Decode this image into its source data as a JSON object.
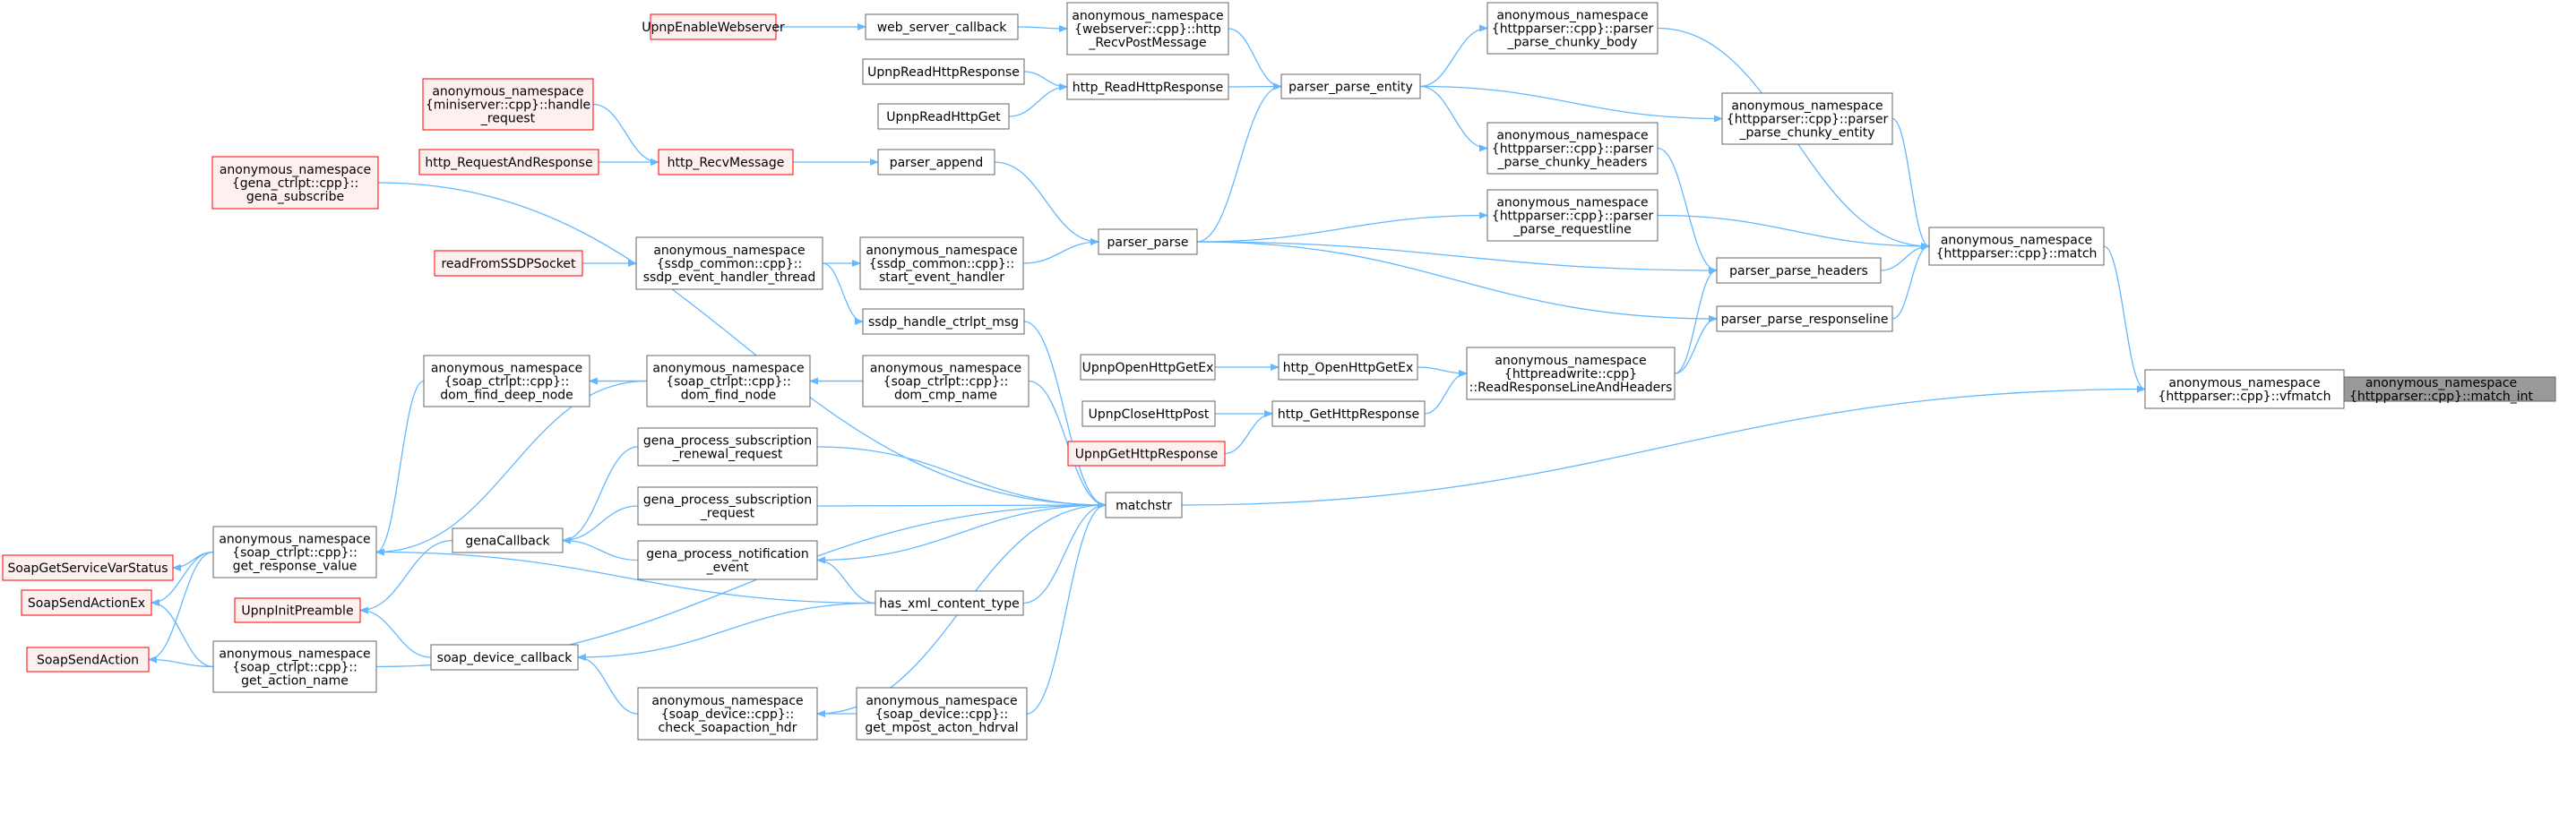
{
  "colors": {
    "edge": "#63b8ff",
    "node_border": "#666666",
    "node_fill": "#ffffff",
    "root_fill": "#999999",
    "root_border": "#666666",
    "truncated_border": "#ff0000",
    "truncated_fill": "#fff0f0",
    "text": "#000000"
  },
  "nodes": [
    {
      "id": "match_int",
      "lines": [
        "anonymous_namespace",
        "{httpparser::cpp}::match_int"
      ],
      "style": "root"
    },
    {
      "id": "vfmatch",
      "lines": [
        "anonymous_namespace",
        "{httpparser::cpp}::vfmatch"
      ],
      "style": "normal"
    },
    {
      "id": "match",
      "lines": [
        "anonymous_namespace",
        "{httpparser::cpp}::match"
      ],
      "style": "normal"
    },
    {
      "id": "matchstr",
      "lines": [
        "matchstr"
      ],
      "style": "normal"
    },
    {
      "id": "ppchunkybody",
      "lines": [
        "anonymous_namespace",
        "{httpparser::cpp}::parser",
        "_parse_chunky_body"
      ],
      "style": "normal"
    },
    {
      "id": "ppchunkyentity",
      "lines": [
        "anonymous_namespace",
        "{httpparser::cpp}::parser",
        "_parse_chunky_entity"
      ],
      "style": "normal"
    },
    {
      "id": "ppchunkyheaders",
      "lines": [
        "anonymous_namespace",
        "{httpparser::cpp}::parser",
        "_parse_chunky_headers"
      ],
      "style": "normal"
    },
    {
      "id": "pprequestline",
      "lines": [
        "anonymous_namespace",
        "{httpparser::cpp}::parser",
        "_parse_requestline"
      ],
      "style": "normal"
    },
    {
      "id": "ppheaders",
      "lines": [
        "parser_parse_headers"
      ],
      "style": "normal"
    },
    {
      "id": "ppresponseline",
      "lines": [
        "parser_parse_responseline"
      ],
      "style": "normal"
    },
    {
      "id": "ppentity",
      "lines": [
        "parser_parse_entity"
      ],
      "style": "normal"
    },
    {
      "id": "pparse",
      "lines": [
        "parser_parse"
      ],
      "style": "normal"
    },
    {
      "id": "readresp",
      "lines": [
        "anonymous_namespace",
        "{httpreadwrite::cpp}",
        "::ReadResponseLineAndHeaders"
      ],
      "style": "normal"
    },
    {
      "id": "httpopenex",
      "lines": [
        "http_OpenHttpGetEx"
      ],
      "style": "normal"
    },
    {
      "id": "httpgetresp",
      "lines": [
        "http_GetHttpResponse"
      ],
      "style": "normal"
    },
    {
      "id": "upnpopenex",
      "lines": [
        "UpnpOpenHttpGetEx"
      ],
      "style": "normal"
    },
    {
      "id": "upnpclosepost",
      "lines": [
        "UpnpCloseHttpPost"
      ],
      "style": "normal"
    },
    {
      "id": "upnpgetresp",
      "lines": [
        "UpnpGetHttpResponse"
      ],
      "style": "truncated"
    },
    {
      "id": "wsrecvpost",
      "lines": [
        "anonymous_namespace",
        "{webserver::cpp}::http",
        "_RecvPostMessage"
      ],
      "style": "normal"
    },
    {
      "id": "httpreadresp",
      "lines": [
        "http_ReadHttpResponse"
      ],
      "style": "normal"
    },
    {
      "id": "wscallback",
      "lines": [
        "web_server_callback"
      ],
      "style": "normal"
    },
    {
      "id": "upnpenableweb",
      "lines": [
        "UpnpEnableWebserver"
      ],
      "style": "truncated"
    },
    {
      "id": "upnpreadresp",
      "lines": [
        "UpnpReadHttpResponse"
      ],
      "style": "normal"
    },
    {
      "id": "upnpreadget",
      "lines": [
        "UpnpReadHttpGet"
      ],
      "style": "normal"
    },
    {
      "id": "pappend",
      "lines": [
        "parser_append"
      ],
      "style": "normal"
    },
    {
      "id": "httprecvmsg",
      "lines": [
        "http_RecvMessage"
      ],
      "style": "truncated"
    },
    {
      "id": "httpreqresp",
      "lines": [
        "http_RequestAndResponse"
      ],
      "style": "truncated"
    },
    {
      "id": "mshandlereq",
      "lines": [
        "anonymous_namespace",
        "{miniserver::cpp}::handle",
        "_request"
      ],
      "style": "truncated"
    },
    {
      "id": "genasubscribe",
      "lines": [
        "anonymous_namespace",
        "{gena_ctrlpt::cpp}::",
        "gena_subscribe"
      ],
      "style": "truncated"
    },
    {
      "id": "startevent",
      "lines": [
        "anonymous_namespace",
        "{ssdp_common::cpp}::",
        "start_event_handler"
      ],
      "style": "normal"
    },
    {
      "id": "ssdpthread",
      "lines": [
        "anonymous_namespace",
        "{ssdp_common::cpp}::",
        "ssdp_event_handler_thread"
      ],
      "style": "normal"
    },
    {
      "id": "readssdp",
      "lines": [
        "readFromSSDPSocket"
      ],
      "style": "truncated"
    },
    {
      "id": "ssdpctrlpt",
      "lines": [
        "ssdp_handle_ctrlpt_msg"
      ],
      "style": "normal"
    },
    {
      "id": "domcmp",
      "lines": [
        "anonymous_namespace",
        "{soap_ctrlpt::cpp}::",
        "dom_cmp_name"
      ],
      "style": "normal"
    },
    {
      "id": "domfind",
      "lines": [
        "anonymous_namespace",
        "{soap_ctrlpt::cpp}::",
        "dom_find_node"
      ],
      "style": "normal"
    },
    {
      "id": "domdeep",
      "lines": [
        "anonymous_namespace",
        "{soap_ctrlpt::cpp}::",
        "dom_find_deep_node"
      ],
      "style": "normal"
    },
    {
      "id": "genarenewal",
      "lines": [
        "gena_process_subscription",
        "_renewal_request"
      ],
      "style": "normal"
    },
    {
      "id": "genasubreq",
      "lines": [
        "gena_process_subscription",
        "_request"
      ],
      "style": "normal"
    },
    {
      "id": "genanotify",
      "lines": [
        "gena_process_notification",
        "_event"
      ],
      "style": "normal"
    },
    {
      "id": "genacallback",
      "lines": [
        "genaCallback"
      ],
      "style": "normal"
    },
    {
      "id": "hasxml",
      "lines": [
        "has_xml_content_type"
      ],
      "style": "normal"
    },
    {
      "id": "soapdevcb",
      "lines": [
        "soap_device_callback"
      ],
      "style": "normal"
    },
    {
      "id": "checksoap",
      "lines": [
        "anonymous_namespace",
        "{soap_device::cpp}::",
        "check_soapaction_hdr"
      ],
      "style": "normal"
    },
    {
      "id": "mpostacton",
      "lines": [
        "anonymous_namespace",
        "{soap_device::cpp}::",
        "get_mpost_acton_hdrval"
      ],
      "style": "normal"
    },
    {
      "id": "getrespval",
      "lines": [
        "anonymous_namespace",
        "{soap_ctrlpt::cpp}::",
        "get_response_value"
      ],
      "style": "normal"
    },
    {
      "id": "getactionname",
      "lines": [
        "anonymous_namespace",
        "{soap_ctrlpt::cpp}::",
        "get_action_name"
      ],
      "style": "normal"
    },
    {
      "id": "upnpinitpre",
      "lines": [
        "UpnpInitPreamble"
      ],
      "style": "truncated"
    },
    {
      "id": "soapgetvar",
      "lines": [
        "SoapGetServiceVarStatus"
      ],
      "style": "truncated"
    },
    {
      "id": "soapsendex",
      "lines": [
        "SoapSendActionEx"
      ],
      "style": "truncated"
    },
    {
      "id": "soapsend",
      "lines": [
        "SoapSendAction"
      ],
      "style": "truncated"
    }
  ],
  "edges": [
    [
      "vfmatch",
      "match_int"
    ],
    [
      "match",
      "vfmatch"
    ],
    [
      "matchstr",
      "vfmatch"
    ],
    [
      "ppchunkybody",
      "match"
    ],
    [
      "ppchunkyentity",
      "match"
    ],
    [
      "pprequestline",
      "match"
    ],
    [
      "ppheaders",
      "match"
    ],
    [
      "ppresponseline",
      "match"
    ],
    [
      "ppentity",
      "ppchunkybody"
    ],
    [
      "ppentity",
      "ppchunkyentity"
    ],
    [
      "ppentity",
      "ppchunkyheaders"
    ],
    [
      "ppchunkyheaders",
      "ppheaders"
    ],
    [
      "pparse",
      "ppentity"
    ],
    [
      "pparse",
      "pprequestline"
    ],
    [
      "pparse",
      "ppheaders"
    ],
    [
      "pparse",
      "ppresponseline"
    ],
    [
      "readresp",
      "ppheaders"
    ],
    [
      "readresp",
      "ppresponseline"
    ],
    [
      "httpopenex",
      "readresp"
    ],
    [
      "httpgetresp",
      "readresp"
    ],
    [
      "upnpopenex",
      "httpopenex"
    ],
    [
      "upnpclosepost",
      "httpgetresp"
    ],
    [
      "upnpgetresp",
      "httpgetresp"
    ],
    [
      "wsrecvpost",
      "ppentity"
    ],
    [
      "httpreadresp",
      "ppentity"
    ],
    [
      "wscallback",
      "wsrecvpost"
    ],
    [
      "upnpenableweb",
      "wscallback"
    ],
    [
      "upnpreadresp",
      "httpreadresp"
    ],
    [
      "upnpreadget",
      "httpreadresp"
    ],
    [
      "pappend",
      "pparse"
    ],
    [
      "httprecvmsg",
      "pappend"
    ],
    [
      "httpreqresp",
      "httprecvmsg"
    ],
    [
      "mshandlereq",
      "httprecvmsg"
    ],
    [
      "genasubscribe",
      "matchstr"
    ],
    [
      "startevent",
      "pparse"
    ],
    [
      "ssdpthread",
      "startevent"
    ],
    [
      "readssdp",
      "ssdpthread"
    ],
    [
      "ssdpthread",
      "ssdpctrlpt"
    ],
    [
      "ssdpctrlpt",
      "matchstr"
    ],
    [
      "domcmp",
      "matchstr"
    ],
    [
      "domcmp",
      "domdeep"
    ],
    [
      "domcmp",
      "domfind"
    ],
    [
      "domfind",
      "domdeep"
    ],
    [
      "domdeep",
      "getrespval"
    ],
    [
      "domfind",
      "getrespval"
    ],
    [
      "genarenewal",
      "matchstr"
    ],
    [
      "genasubreq",
      "matchstr"
    ],
    [
      "genanotify",
      "matchstr"
    ],
    [
      "genarenewal",
      "genacallback"
    ],
    [
      "genasubreq",
      "genacallback"
    ],
    [
      "genanotify",
      "genacallback"
    ],
    [
      "genacallback",
      "upnpinitpre"
    ],
    [
      "hasxml",
      "matchstr"
    ],
    [
      "hasxml",
      "genanotify"
    ],
    [
      "hasxml",
      "getrespval"
    ],
    [
      "hasxml",
      "soapdevcb"
    ],
    [
      "checksoap",
      "matchstr"
    ],
    [
      "mpostacton",
      "matchstr"
    ],
    [
      "mpostacton",
      "checksoap"
    ],
    [
      "checksoap",
      "soapdevcb"
    ],
    [
      "soapdevcb",
      "upnpinitpre"
    ],
    [
      "getactionname",
      "matchstr"
    ],
    [
      "getrespval",
      "soapgetvar"
    ],
    [
      "getrespval",
      "soapsendex"
    ],
    [
      "getrespval",
      "soapsend"
    ],
    [
      "getactionname",
      "soapsendex"
    ],
    [
      "getactionname",
      "soapsend"
    ]
  ]
}
